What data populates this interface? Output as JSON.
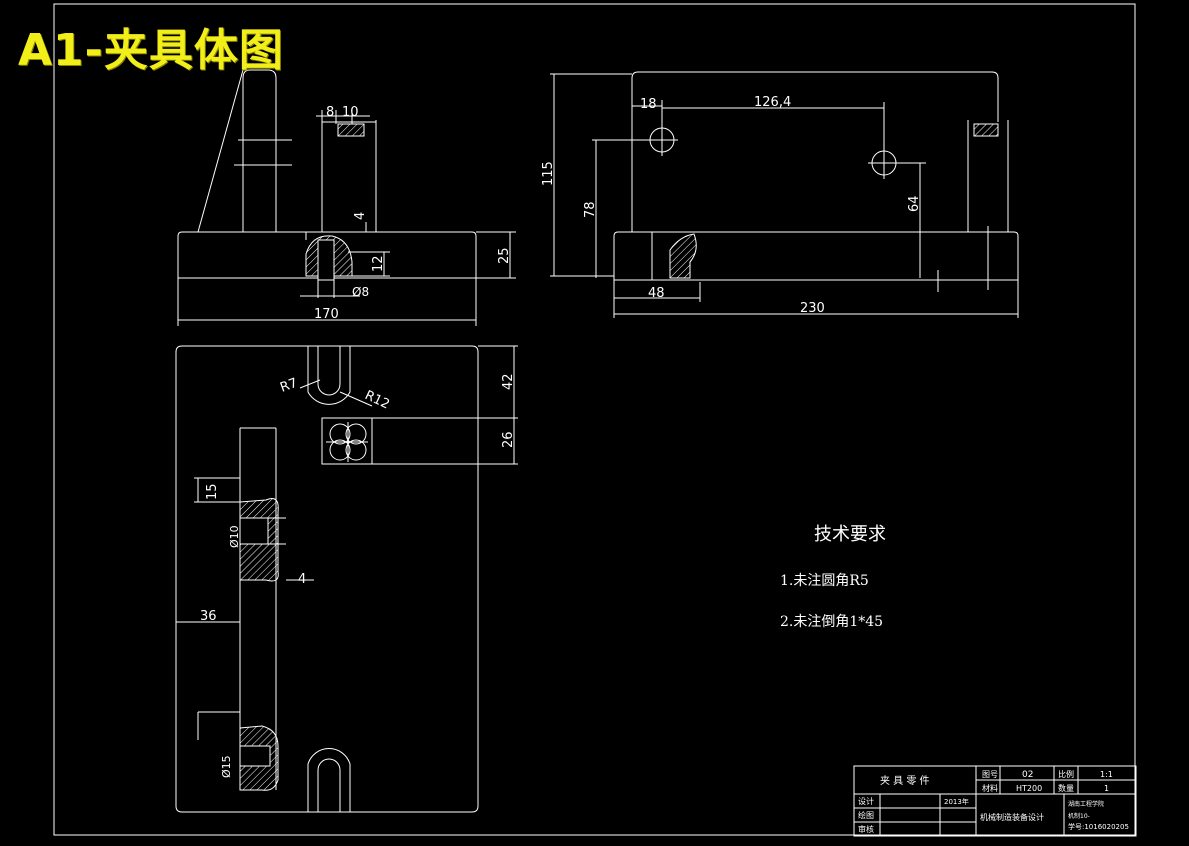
{
  "title": "A1-夹具体图",
  "dimensions": {
    "d8": "8",
    "d10": "10",
    "d4a": "4",
    "d12": "12",
    "d25": "25",
    "dphi8": "Ø8",
    "d170": "170",
    "d115": "115",
    "d78": "78",
    "d18": "18",
    "d126": "126,4",
    "d64": "64",
    "d48": "48",
    "d230": "230",
    "r7": "R7",
    "r12": "R12",
    "d42": "42",
    "d26": "26",
    "d15": "15",
    "dphi10": "Ø10",
    "d4b": "4",
    "d36": "36",
    "dphi15": "Ø15"
  },
  "requirements": {
    "heading": "技术要求",
    "item1": "1.未注圆角R5",
    "item2": "2.未注倒角1*45"
  },
  "title_block": {
    "part_name": "夹 具 零 件",
    "drawing_no_label": "图号",
    "drawing_no": "02",
    "scale_label": "比例",
    "scale": "1:1",
    "material_label": "材料",
    "material": "HT200",
    "qty_label": "数量",
    "qty": "1",
    "design_label": "设计",
    "draw_label": "绘图",
    "review_label": "审核",
    "date": "2013年",
    "course": "机械制造装备设计",
    "school": "湖南工程学院",
    "class": "机制10-",
    "student_no": "学号:1016020205"
  },
  "colors": {
    "background": "#000000",
    "lines": "#ffffff",
    "title": "#f2ee1a"
  }
}
